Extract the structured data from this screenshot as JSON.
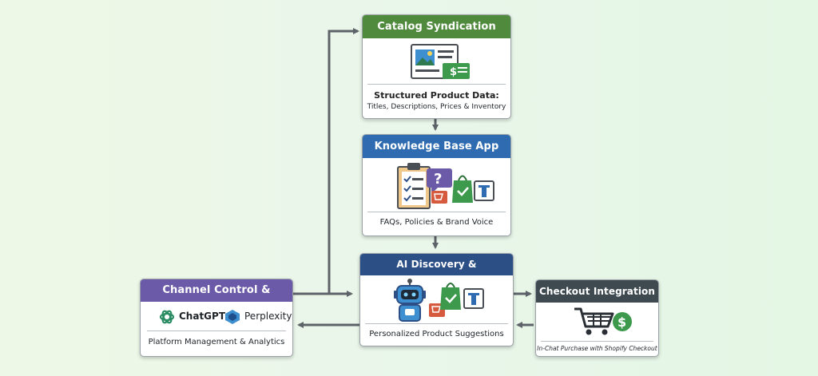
{
  "catalog": {
    "title": "Catalog Syndication",
    "subtitle": "Structured Product Data:",
    "detail": "Titles, Descriptions, Prices & Inventory",
    "color": "#4f8a3d"
  },
  "knowledge": {
    "title": "Knowledge Base App",
    "subtitle": "FAQs, Policies & Brand Voice",
    "color": "#2f6bb0"
  },
  "discovery": {
    "title": "AI Discovery & Recommendation",
    "subtitle": "Personalized Product Suggestions",
    "color": "#2c4f86"
  },
  "channel": {
    "title": "Channel Control & Insights",
    "platform_1": "ChatGPT",
    "platform_2": "Perplexity",
    "subtitle": "Platform Management & Analytics",
    "color": "#6a5aa8"
  },
  "checkout": {
    "title": "Checkout Integration",
    "subtitle": "In-Chat Purchase with Shopify Checkout",
    "color": "#3e4a50"
  },
  "arrow_color": "#5d6368"
}
